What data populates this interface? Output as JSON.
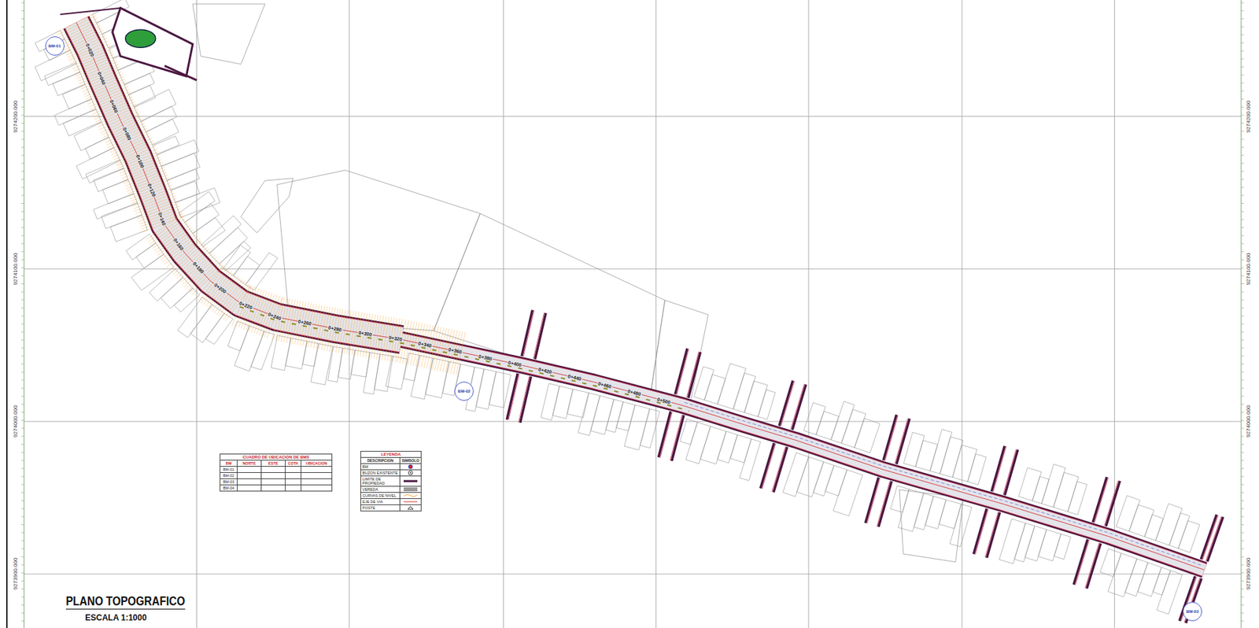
{
  "diagram": {
    "title": "PLANO TOPOGRAFICO",
    "caption": "ESCALA 1:1000",
    "nodes": [
      {
        "text": [
          "BM-01"
        ]
      },
      {
        "text": [
          "BM-02"
        ]
      },
      {
        "text": [
          "BM-03"
        ]
      },
      {
        "text": [
          "CUADRO DE UBICACION DE BMS",
          "BM",
          "NORTE",
          "ESTE",
          "COTA",
          "UBICACION",
          "BM-01",
          "BM-02",
          "BM-03",
          "BM-04"
        ]
      }
    ],
    "labels": [
      "9274200.000",
      "9274100.000",
      "9274000.000",
      "9273900.000",
      "9274200.000",
      "9274100.000",
      "9274000.000",
      "9273900.000",
      "LEYENDA",
      "DESCRIPCION",
      "SIMBOLO",
      "0+020",
      "0+040",
      "0+060",
      "0+080",
      "0+100",
      "0+120",
      "0+140",
      "0+160",
      "0+180",
      "0+200",
      "0+220",
      "0+240",
      "0+260",
      "0+280",
      "0+300",
      "0+320",
      "0+340",
      "0+360",
      "0+380",
      "0+400",
      "0+420",
      "0+440",
      "0+460",
      "0+480",
      "0+500"
    ],
    "legend": [
      {
        "text": "BM"
      },
      {
        "text": "BUZON EXISTENTE"
      },
      {
        "text": "LIMITE DE PROPIEDAD"
      },
      {
        "text": "VEREDA",
        "color": "#9a9a9a"
      },
      {
        "text": "CURVAS DE NIVEL"
      },
      {
        "text": "EJE DE VIA"
      },
      {
        "text": "POSTE"
      }
    ]
  }
}
